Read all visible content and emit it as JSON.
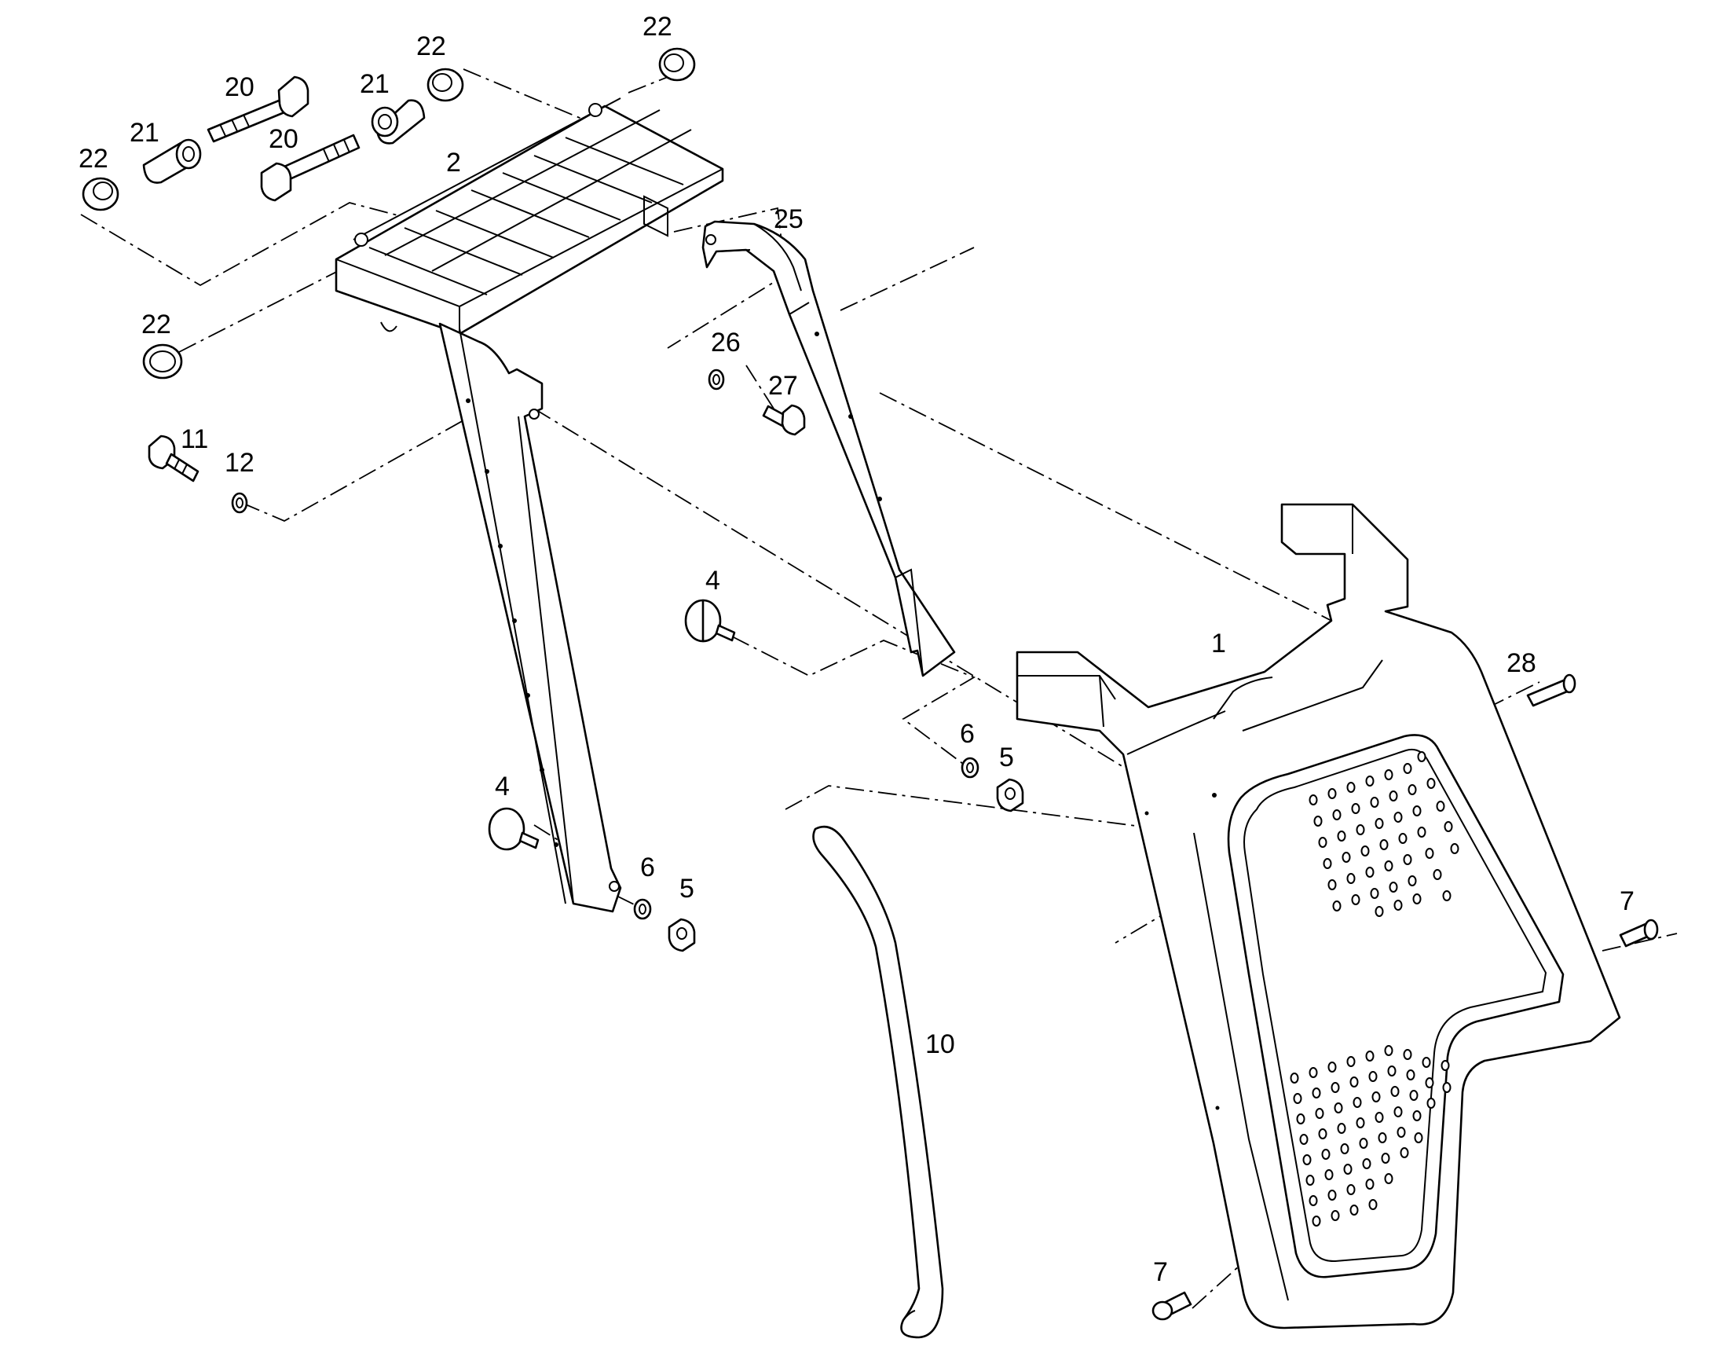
{
  "callouts": {
    "p1": "1",
    "p2": "2",
    "p4a": "4",
    "p4b": "4",
    "p5a": "5",
    "p5b": "5",
    "p6a": "6",
    "p6b": "6",
    "p7a": "7",
    "p7b": "7",
    "p10": "10",
    "p11": "11",
    "p12": "12",
    "p20a": "20",
    "p20b": "20",
    "p21a": "21",
    "p21b": "21",
    "p22a": "22",
    "p22b": "22",
    "p22c": "22",
    "p22d": "22",
    "p25": "25",
    "p26": "26",
    "p27": "27",
    "p28": "28"
  }
}
